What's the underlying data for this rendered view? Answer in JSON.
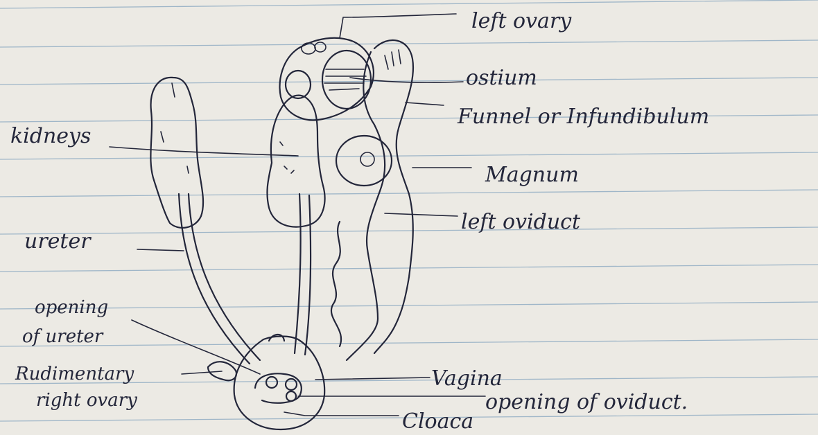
{
  "labels": {
    "left_ovary": "left ovary",
    "ostium": "ostium",
    "funnel": "Funnel or Infundibulum",
    "kidney": "kidneys",
    "magnum": "Magnum",
    "left_oviduct": "left oviduct",
    "ureter": "ureter",
    "opening_of_ureter_1": "opening",
    "opening_of_ureter_2": "of ureter",
    "rudimentary_1": "Rudimentary",
    "rudimentary_2": "right ovary",
    "vagina": "Vagina",
    "opening_of_oviduct": "opening of oviduct.",
    "cloaca": "Cloaca"
  },
  "colors": {
    "paper": "#eceae4",
    "rule": "#9fb6c8",
    "ink": "#23263a"
  }
}
